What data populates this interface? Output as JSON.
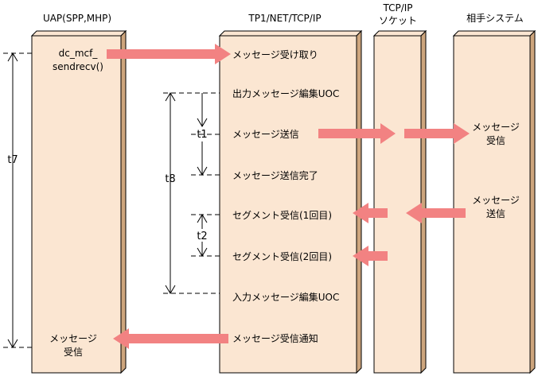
{
  "columns": {
    "uap": "UAP(SPP,MHP)",
    "tp1": "TP1/NET/TCP/IP",
    "socket_line1": "TCP/IP",
    "socket_line2": "ソケット",
    "remote": "相手システム"
  },
  "uap_labels": {
    "call_line1": "dc_mcf_",
    "call_line2": "sendrecv()",
    "recv_line1": "メッセージ",
    "recv_line2": "受信"
  },
  "tp1_steps": {
    "receive": "メッセージ受け取り",
    "output_uoc": "出力メッセージ編集UOC",
    "send": "メッセージ送信",
    "send_done": "メッセージ送信完了",
    "seg1": "セグメント受信(1回目)",
    "seg2": "セグメント受信(2回目)",
    "input_uoc": "入力メッセージ編集UOC",
    "notify": "メッセージ受信通知"
  },
  "remote_labels": {
    "recv_line1": "メッセージ",
    "recv_line2": "受信",
    "send_line1": "メッセージ",
    "send_line2": "送信"
  },
  "timings": {
    "t1": "t1",
    "t2": "t2",
    "t7": "t7",
    "t8": "t8"
  },
  "colors": {
    "column_fill": "#fbe6d2",
    "column_side": "#cda57d",
    "arrow": "#f28282",
    "line": "#000000"
  }
}
